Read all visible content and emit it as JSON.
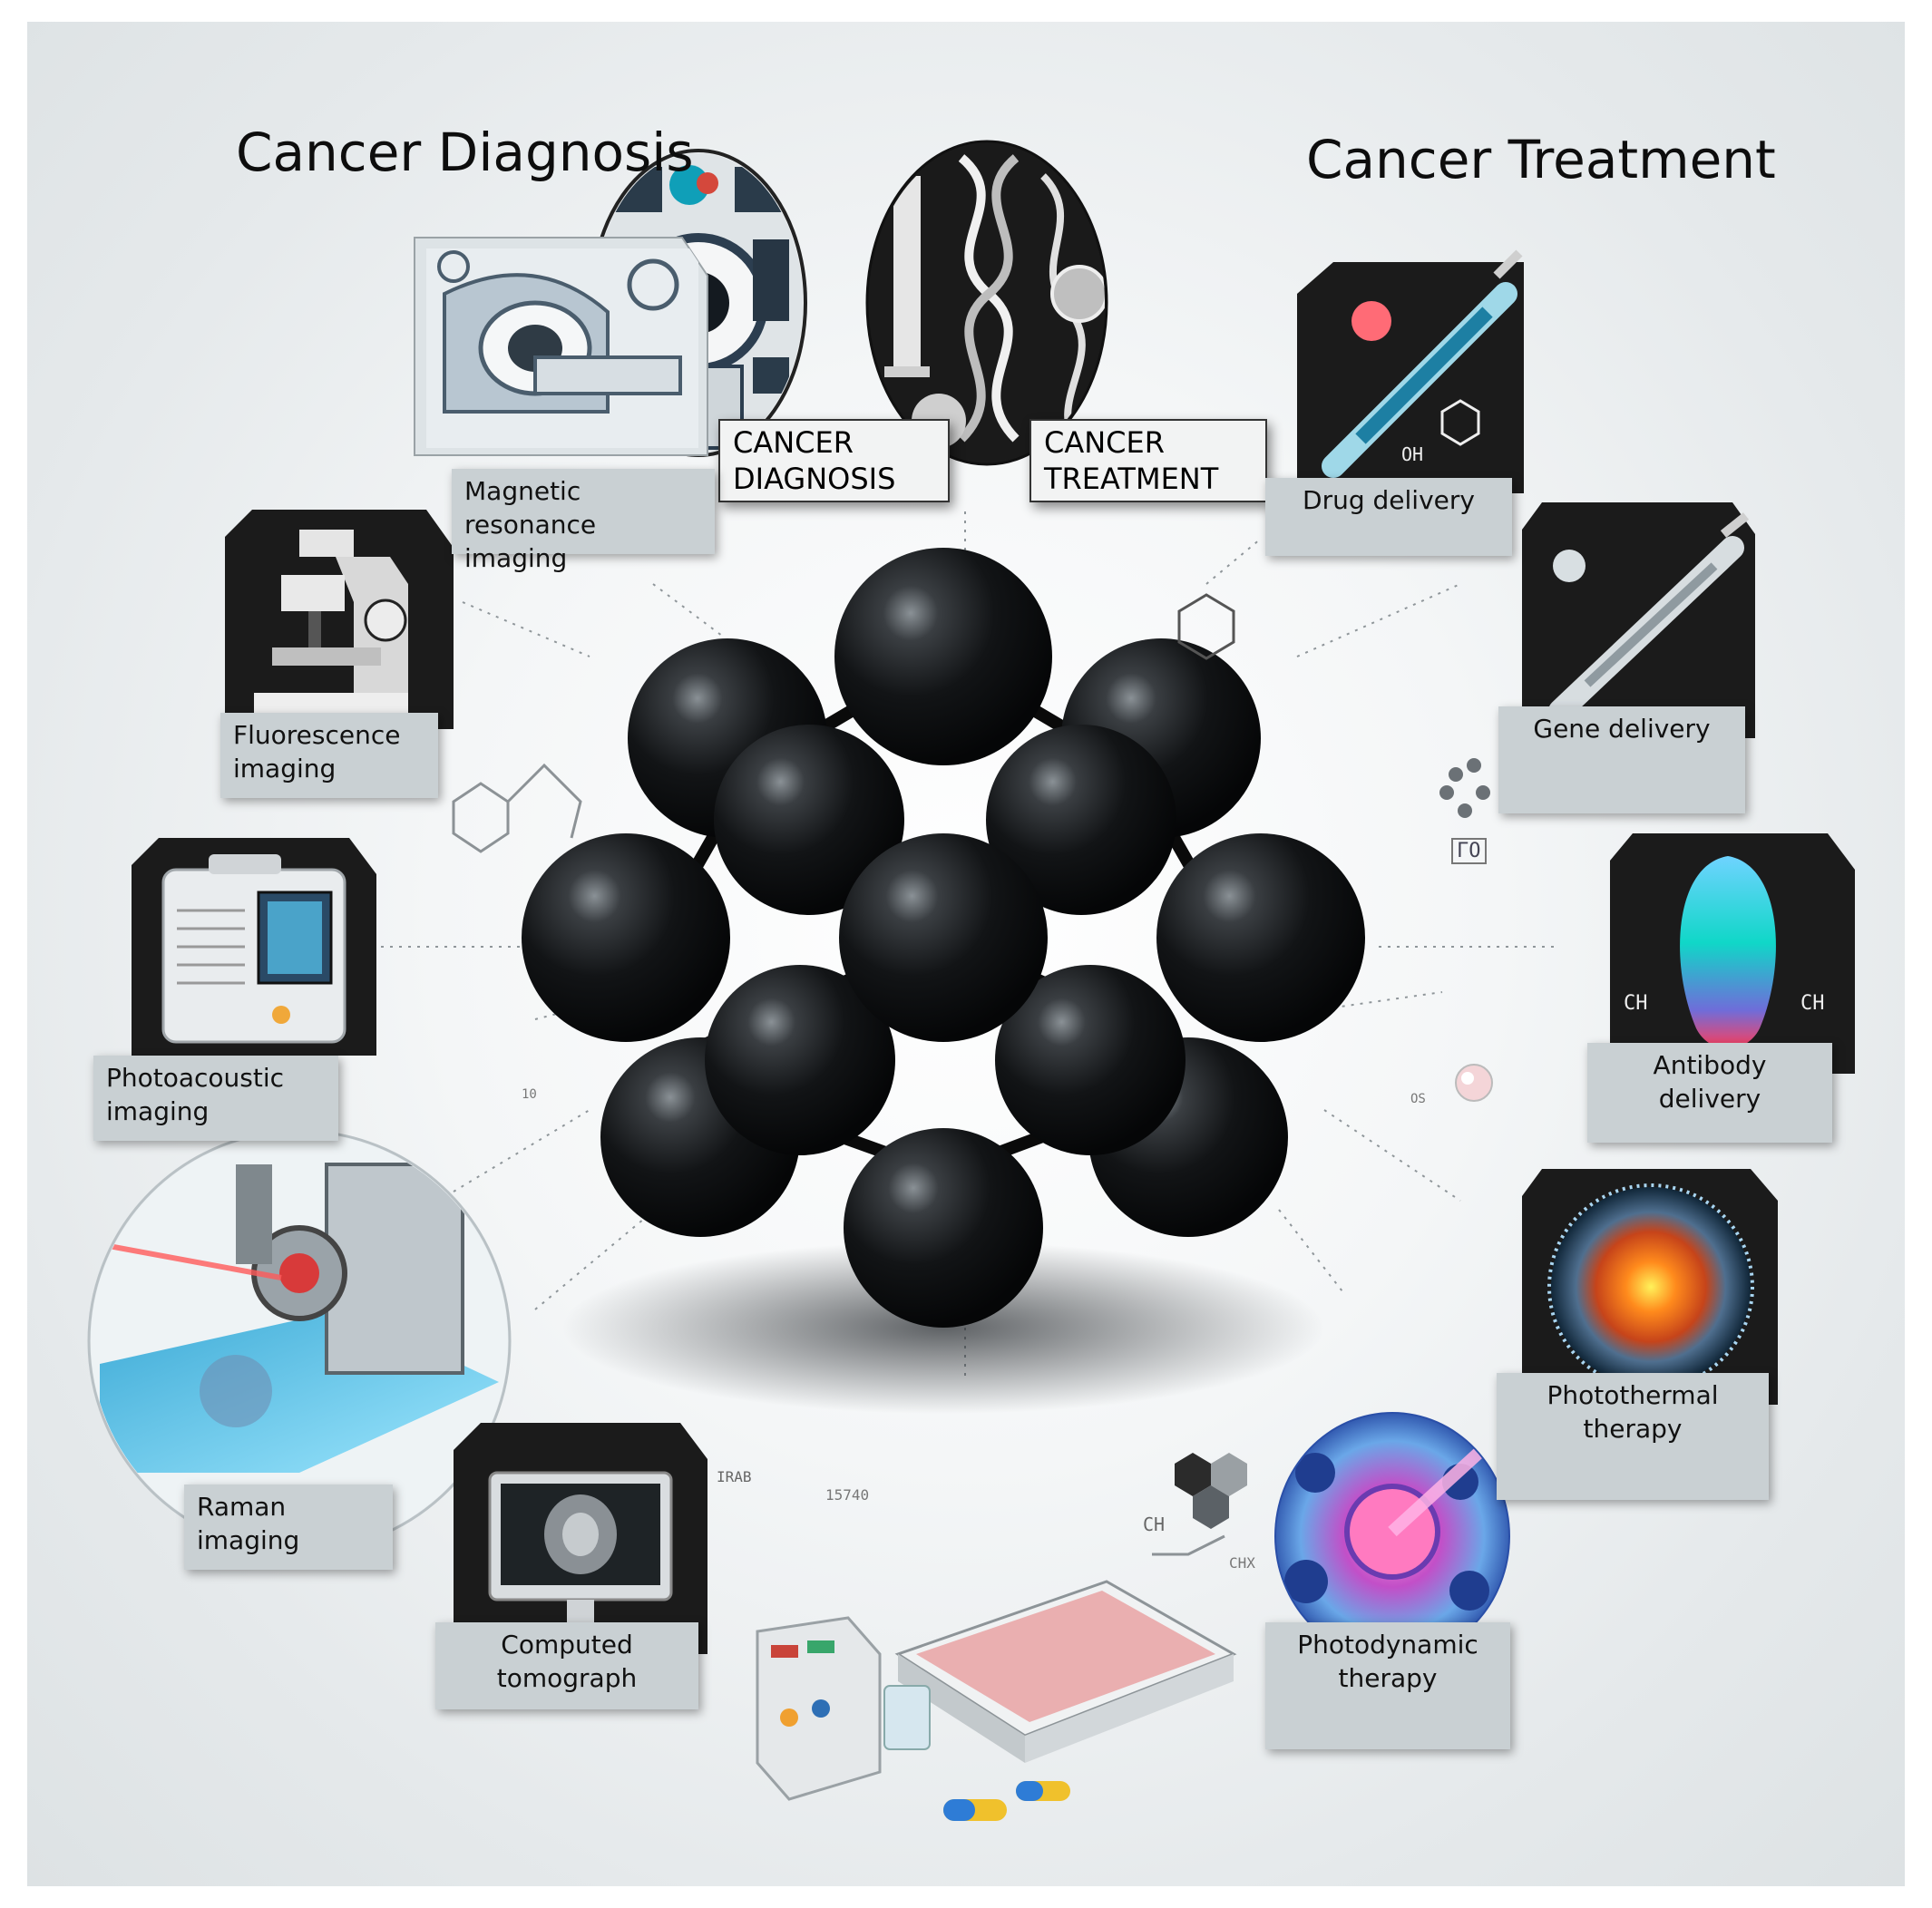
{
  "headings": {
    "diagnosis": "Cancer Diagnosis",
    "treatment": "Cancer Treatment"
  },
  "center_captions": {
    "diagnosis": "CANCER DIAGNOSIS",
    "treatment": "CANCER TREATMENT"
  },
  "diagnosis_methods": [
    {
      "label": "Magnetic resonance imaging",
      "icon": "mri-scanner-icon"
    },
    {
      "label": "Fluorescence imaging",
      "icon": "microscope-icon"
    },
    {
      "label": "Photoacoustic imaging",
      "icon": "photoacoustic-device-icon"
    },
    {
      "label": "Raman imaging",
      "icon": "raman-laser-icon"
    },
    {
      "label": "Computed tomograph",
      "icon": "ct-monitor-icon"
    }
  ],
  "treatment_methods": [
    {
      "label": "Drug delivery",
      "icon": "syringe-icon"
    },
    {
      "label": "Gene delivery",
      "icon": "syringe-icon"
    },
    {
      "label": "Antibody delivery",
      "icon": "antibody-icon"
    },
    {
      "label": "Photothermal therapy",
      "icon": "heat-cell-icon"
    },
    {
      "label": "Photodynamic therapy",
      "icon": "cell-laser-icon"
    }
  ],
  "decorative_text": {
    "oh": "OH",
    "ch_left": "CH",
    "ch_right": "CH",
    "ch_float": "CH",
    "chx": "CHX",
    "irab": "IRAB",
    "num": "15740",
    "ten": "10",
    "os": "OS",
    "box_glyph": "ГО"
  },
  "colors": {
    "background": "#e8ecee",
    "label_fill": "#c9d0d3",
    "sphere": "#1a1c1e",
    "tile_dark": "#1b1b1b"
  }
}
